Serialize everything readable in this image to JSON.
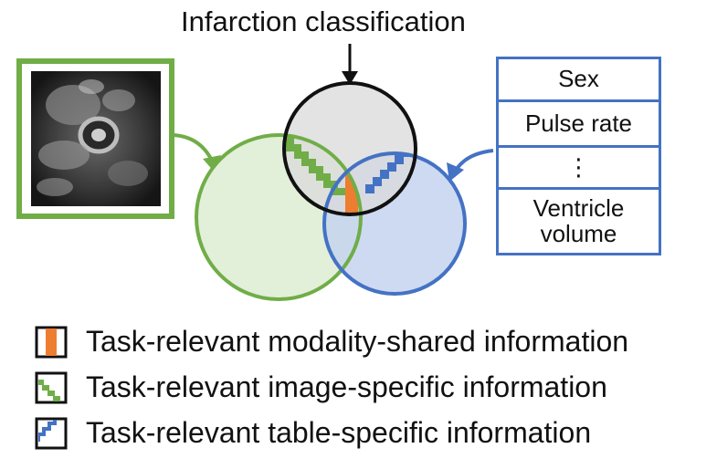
{
  "title": "Infarction classification",
  "table": {
    "rows": [
      "Sex",
      "Pulse rate",
      "⋮",
      "Ventricle volume"
    ]
  },
  "legend": [
    {
      "label": "Task-relevant modality-shared information",
      "kind": "shared",
      "color": "#ed7d31"
    },
    {
      "label": "Task-relevant image-specific information",
      "kind": "image",
      "color": "#70ad47"
    },
    {
      "label": "Task-relevant table-specific information",
      "kind": "table",
      "color": "#4472c4"
    }
  ],
  "colors": {
    "image_green": "#70ad47",
    "table_blue": "#4472c4",
    "shared_orange": "#ed7d31",
    "task_circle": "#111111"
  },
  "image_panel": {
    "icon": "cardiac-mri-image"
  }
}
